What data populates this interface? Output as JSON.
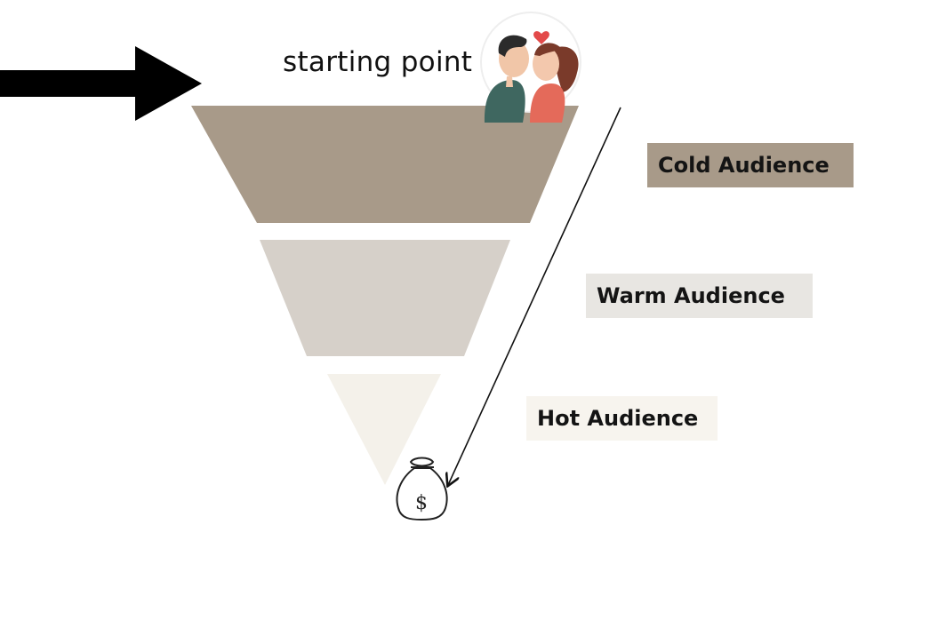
{
  "diagram": {
    "start_label": "starting point",
    "stages": [
      {
        "label": "Cold Audience",
        "color": "#a89a89"
      },
      {
        "label": "Warm Audience",
        "color": "#d6d0c9"
      },
      {
        "label": "Hot Audience",
        "color": "#f4f1ea"
      }
    ],
    "icons": {
      "entry_arrow": "arrow-right-icon",
      "couple": "couple-kissing-icon",
      "heart": "heart-icon",
      "money_bag": "money-bag-icon"
    },
    "colors": {
      "arrow": "#000000",
      "heart": "#e34a4a",
      "text": "#141414"
    }
  }
}
